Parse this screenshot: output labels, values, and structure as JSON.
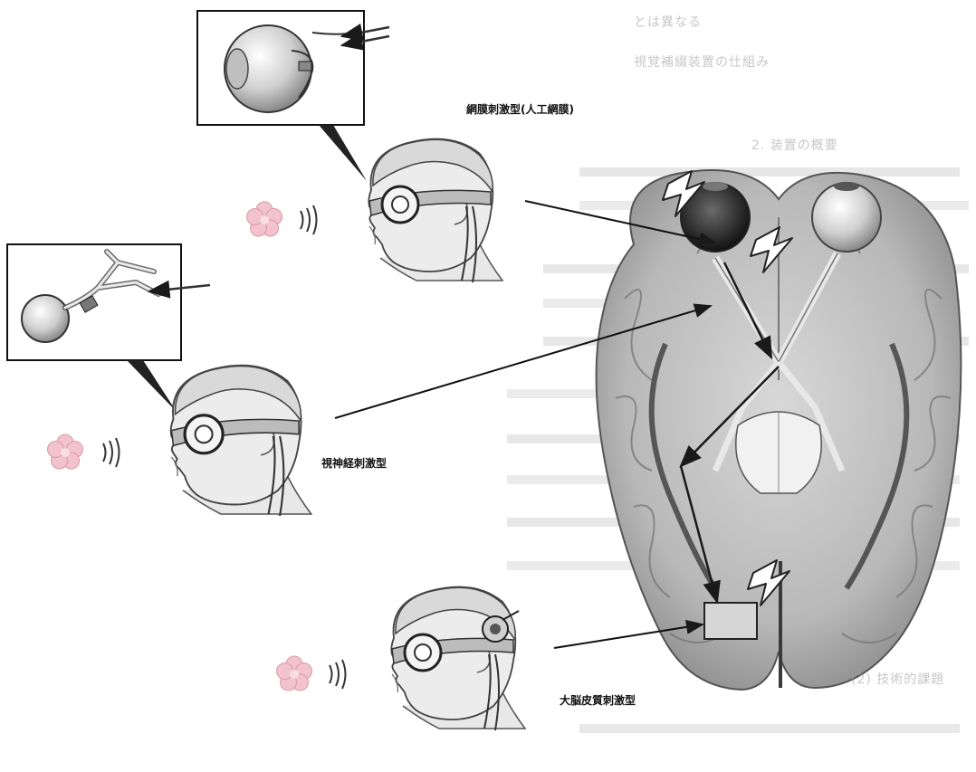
{
  "labels": {
    "retina": "網膜刺激型(人工網膜)",
    "optic_nerve": "視神経刺激型",
    "cortex": "大脳皮質刺激型"
  },
  "faded_text": {
    "line1": "とは異なる",
    "line2": "視覚補綴装置の仕組み",
    "heading1": "2. 装置の概要",
    "heading2": "(2) 技術的課題"
  },
  "colors": {
    "ink": "#1a1a1a",
    "brain_light": "#e4e4e4",
    "brain_mid": "#a8a8a8",
    "brain_dark": "#3a3a3a",
    "flower": "#f2c3cd",
    "skin": "#ececec"
  }
}
